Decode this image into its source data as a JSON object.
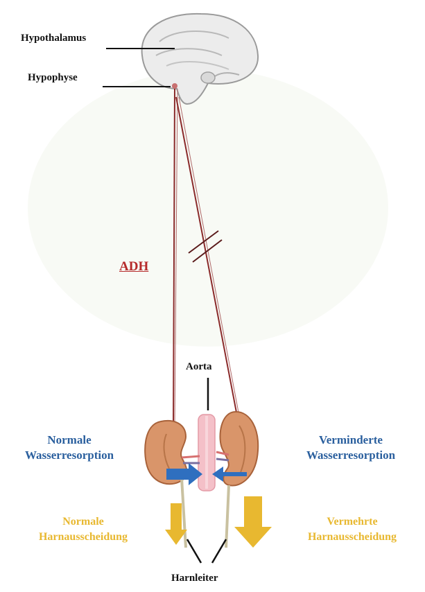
{
  "labels": {
    "hypothalamus": "Hypothalamus",
    "hypophyse": "Hypophyse",
    "adh": "ADH",
    "aorta": "Aorta",
    "normal_resorption_1": "Normale",
    "normal_resorption_2": "Wasserresorption",
    "reduced_resorption_1": "Verminderte",
    "reduced_resorption_2": "Wasserresorption",
    "normal_urine_1": "Normale",
    "normal_urine_2": "Harnausscheidung",
    "increased_urine_1": "Vermehrte",
    "increased_urine_2": "Harnausscheidung",
    "ureter": "Harnleiter"
  },
  "colors": {
    "text_dark": "#111111",
    "resorption_blue": "#2a5f9e",
    "arrow_blue": "#2f6fbf",
    "urine_gold": "#e8b830",
    "adh_red": "#b52a2a",
    "nerve_red": "#8a2a2a",
    "kidney": "#d9956a",
    "aorta": "#f4c0c8"
  },
  "icons": [
    "brain-icon",
    "kidney-left-icon",
    "kidney-right-icon",
    "aorta-icon",
    "blue-arrow-icon",
    "gold-arrow-icon"
  ]
}
